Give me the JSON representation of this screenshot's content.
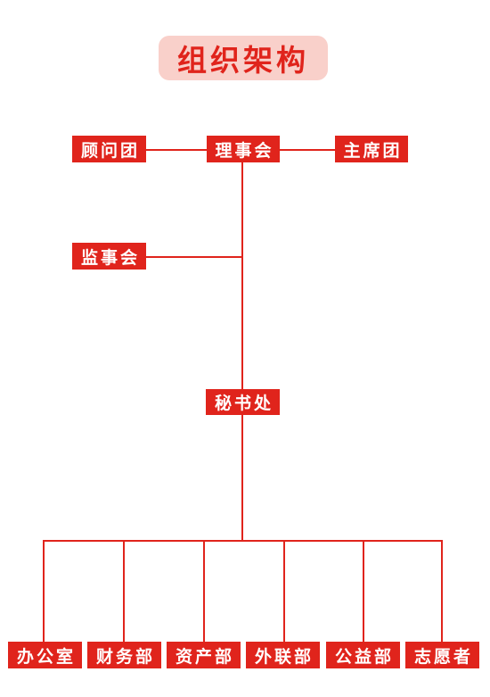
{
  "title": "组织架构",
  "nodes": {
    "advisory": "顾问团",
    "council": "理事会",
    "presidium": "主席团",
    "supervisory": "监事会",
    "secretariat": "秘书处"
  },
  "departments": [
    "办公室",
    "财务部",
    "资产部",
    "外联部",
    "公益部",
    "志愿者"
  ],
  "colors": {
    "accent": "#e0241c",
    "title_bg": "#f9d0ca",
    "background": "#ffffff"
  }
}
